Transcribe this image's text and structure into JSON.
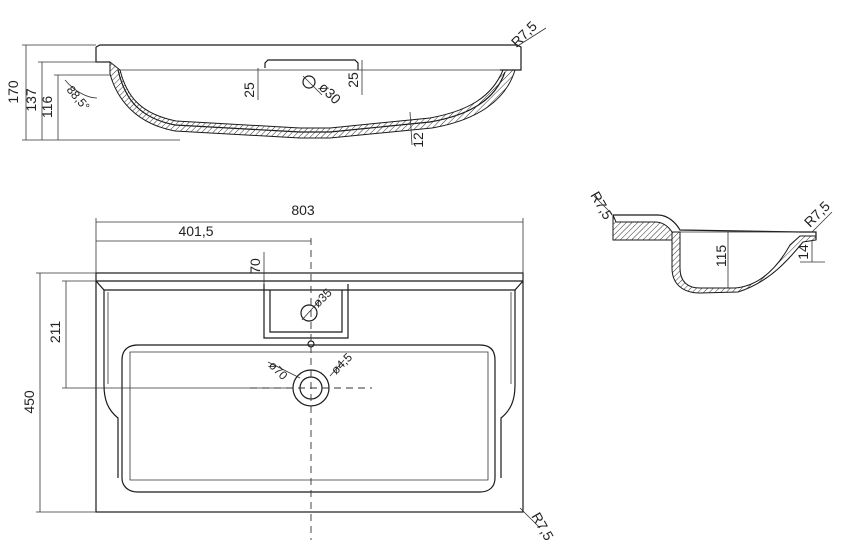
{
  "side_view": {
    "dims": {
      "h170": "170",
      "h137": "137",
      "h116": "116",
      "angle": "88,5°",
      "d25a": "25",
      "d25b": "25",
      "d30": "ø30",
      "r75": "R7,5",
      "t12": "12"
    }
  },
  "top_view": {
    "dims": {
      "w803": "803",
      "w4015": "401,5",
      "h70": "70",
      "d35": "ø35",
      "h211": "211",
      "h450": "450",
      "d70": "ø70",
      "d45": "ø4,5",
      "r75": "R7,5"
    }
  },
  "section_view": {
    "dims": {
      "r75a": "R7,5",
      "r75b": "R7,5",
      "h115": "115",
      "h14": "14"
    }
  }
}
